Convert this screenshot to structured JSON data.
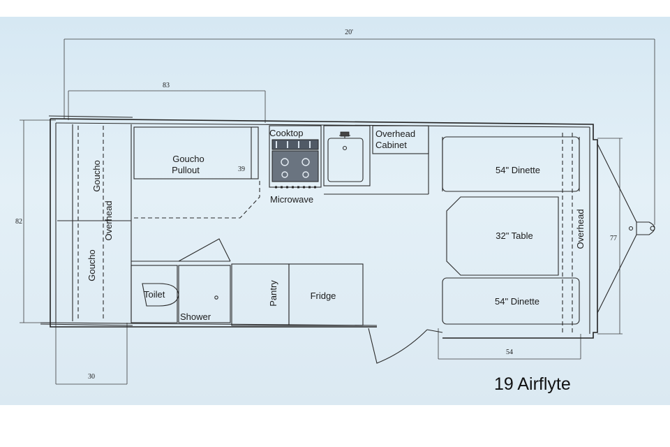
{
  "diagram": {
    "model_name": "19 Airflyte",
    "dimensions": {
      "overall_length": "20'",
      "goucho_length": "83",
      "body_width": "82",
      "goucho_depth": "39",
      "rear_depth": "30",
      "dinette_width": "54",
      "front_width": "77"
    },
    "rooms": {
      "goucho_top": "Goucho",
      "goucho_bottom": "Goucho",
      "rear_overhead": "Overhead",
      "goucho_pullout": [
        "Goucho",
        "Pullout"
      ],
      "cooktop": "Cooktop",
      "microwave": "Microwave",
      "overhead_cabinet": [
        "Overhead",
        "Cabinet"
      ],
      "dinette_top": "54\" Dinette",
      "table": "32\" Table",
      "dinette_bottom": "54\" Dinette",
      "front_overhead": "Overhead",
      "toilet": "Toilet",
      "shower": "Shower",
      "pantry": "Pantry",
      "fridge": "Fridge"
    }
  }
}
